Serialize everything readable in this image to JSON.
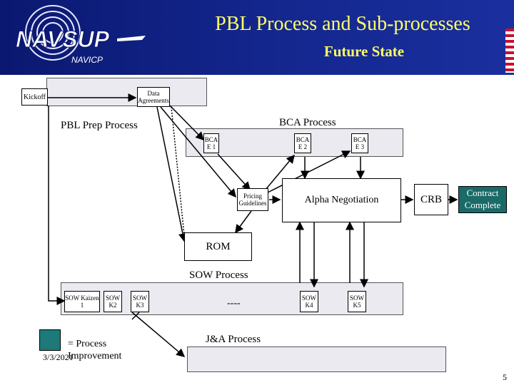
{
  "header": {
    "title": "PBL Process and Sub-processes",
    "subtitle": "Future State",
    "logo_text": "NAVSUP",
    "org": "NAVICP"
  },
  "diagram": {
    "kickoff": "Kickoff",
    "data_agreements": "Data Agreements",
    "pbl_prep_process": "PBL Prep Process",
    "bca_process": "BCA Process",
    "bca_e1": "BCA E 1",
    "bca_e2": "BCA E 2",
    "bca_e3": "BCA E 3",
    "pricing_guidelines": "Pricing Guidelines",
    "alpha_negotiation": "Alpha Negotiation",
    "crb": "CRB",
    "contract_complete": "Contract Complete",
    "rom": "ROM",
    "sow_process": "SOW Process",
    "sow_kaizen_1": "SOW Kaizen 1",
    "sow_k2": "SOW K2",
    "sow_k3": "SOW K3",
    "sow_dashes": "----",
    "sow_k4": "SOW K4",
    "sow_k5": "SOW K5",
    "ja_process": "J&A Process"
  },
  "legend": {
    "text": "= Process Improvement",
    "color": "#1e7a78"
  },
  "footer": {
    "date": "3/3/2021",
    "page": "5"
  },
  "colors": {
    "header_bg": "#14278f",
    "title": "#ffff66",
    "bar_bg": "#eaeaf0",
    "accent_teal": "#1a6a68"
  }
}
